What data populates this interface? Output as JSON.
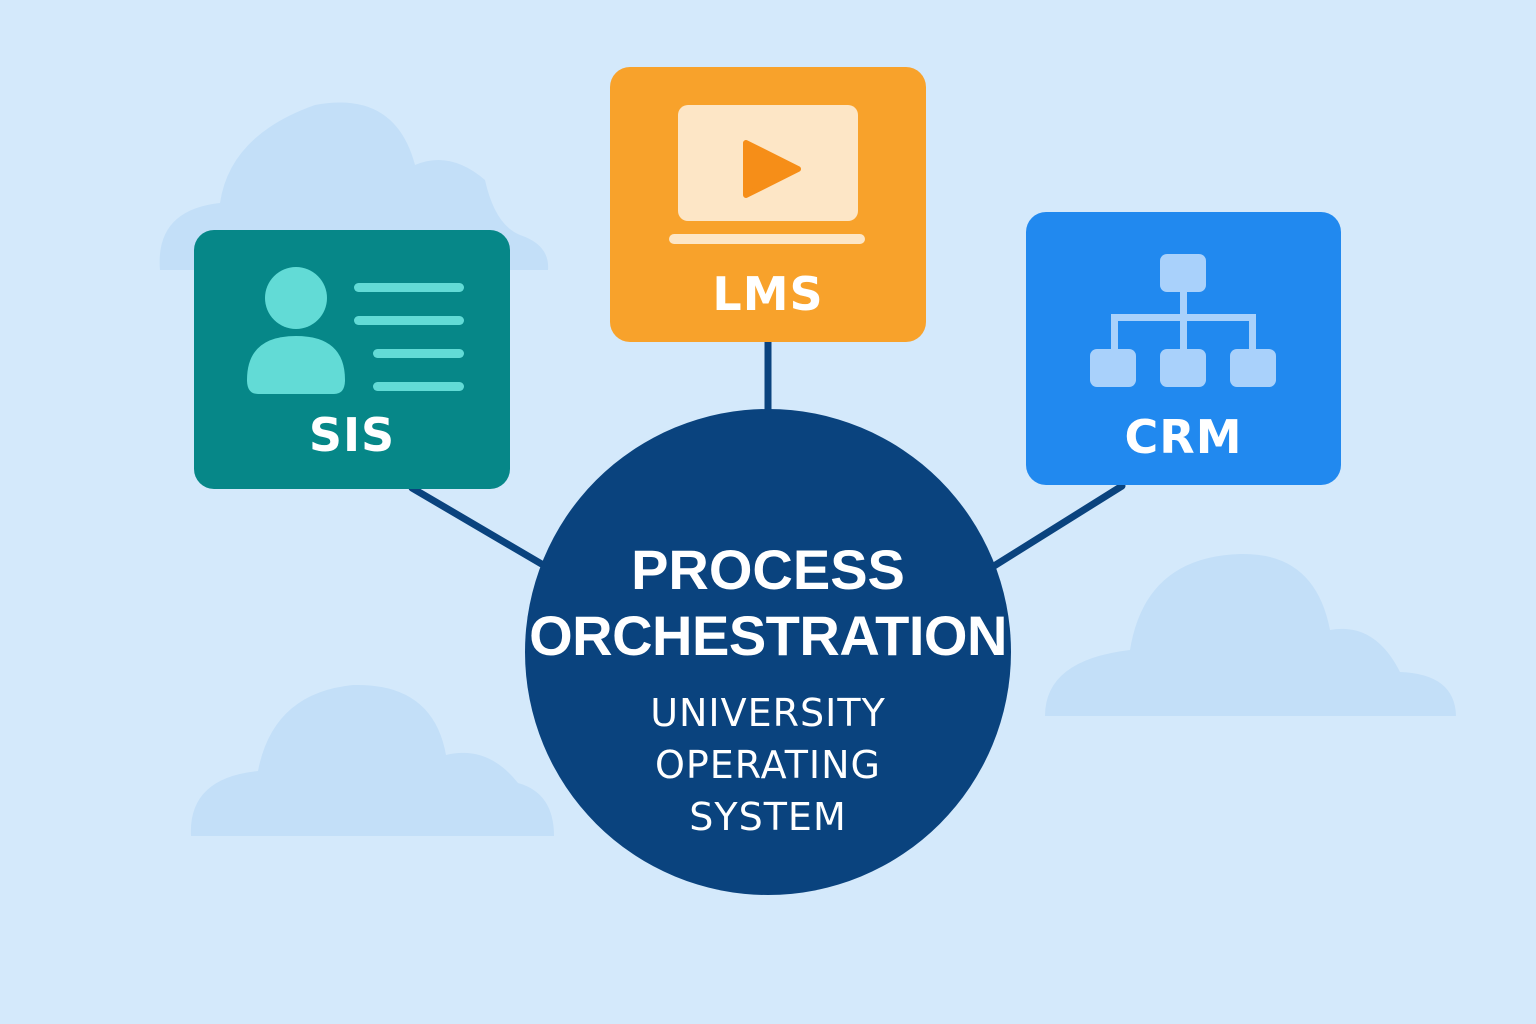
{
  "background_color": "#d4e9fb",
  "cards": {
    "sis": {
      "label": "SIS",
      "color": "#068788",
      "icon": "student-id-icon"
    },
    "lms": {
      "label": "LMS",
      "color": "#f8a22b",
      "icon": "video-player-icon"
    },
    "crm": {
      "label": "CRM",
      "color": "#2189ef",
      "icon": "org-hierarchy-icon"
    }
  },
  "hub": {
    "title_line1": "PROCESS",
    "title_line2": "ORCHESTRATION",
    "subtitle_line1": "UNIVERSITY",
    "subtitle_line2": "OPERATING",
    "subtitle_line3": "SYSTEM",
    "color": "#0a437e"
  },
  "connector_color": "#0a437e"
}
